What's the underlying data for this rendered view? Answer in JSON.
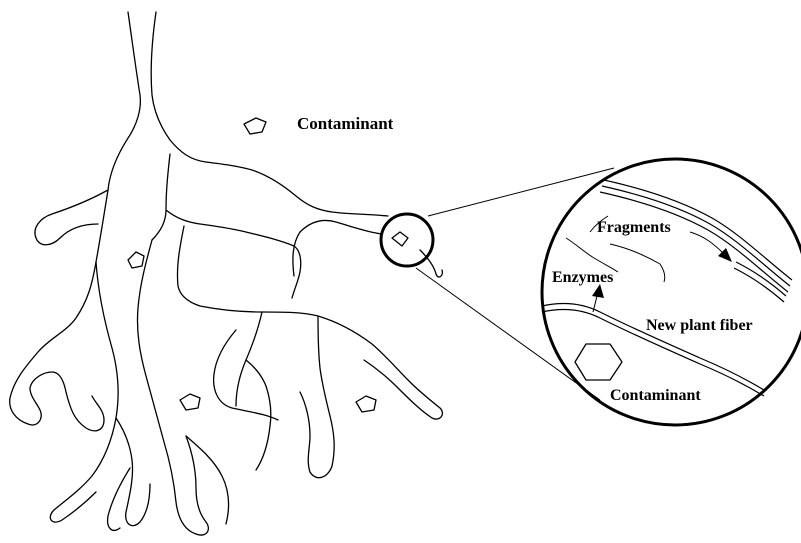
{
  "labels": {
    "contaminant_top": "Contaminant",
    "fragments": "Fragments",
    "enzymes": "Enzymes",
    "new_plant_fiber": "New plant fiber",
    "contaminant_zoom": "Contaminant"
  },
  "colors": {
    "ink": "#000000",
    "background": "#ffffff"
  }
}
